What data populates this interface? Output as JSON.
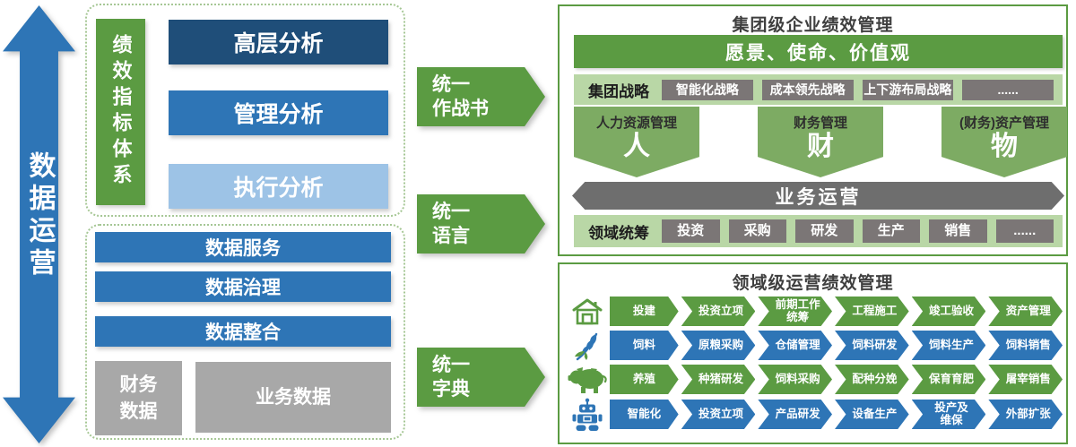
{
  "colors": {
    "blue": "#2e75b6",
    "dark_blue": "#1f4e79",
    "light_blue": "#9dc3e6",
    "green": "#5b9b42",
    "banner_green": "#7dab63",
    "light_green_strip": "#b9d7a6",
    "chip_gray": "#7b7676",
    "operation_arrow_gray": "#6e6e6e",
    "data_block_gray": "#a8a8a8"
  },
  "left_arrow": {
    "label": "数据运营"
  },
  "kpi_panel": {
    "side_label": "绩效指标体系",
    "bars": [
      {
        "label": "高层分析"
      },
      {
        "label": "管理分析"
      },
      {
        "label": "执行分析"
      }
    ]
  },
  "data_panel": {
    "bars": [
      {
        "label": "数据服务"
      },
      {
        "label": "数据治理"
      },
      {
        "label": "数据整合"
      }
    ],
    "blocks": [
      {
        "label": "财务\n数据"
      },
      {
        "label": "业务数据"
      }
    ]
  },
  "flow_arrows": [
    {
      "label": "统一\n作战书"
    },
    {
      "label": "统一\n语言"
    },
    {
      "label": "统一\n字典"
    }
  ],
  "group_box": {
    "title": "集团级企业绩效管理",
    "vision_bar": "愿景、使命、价值观",
    "strategy_row": {
      "label": "集团战略",
      "chips": [
        "智能化战略",
        "成本领先战略",
        "上下游布局战略",
        "......"
      ]
    },
    "banners": [
      {
        "title": "人力资源管理",
        "big": "人"
      },
      {
        "title": "财务管理",
        "big": "财"
      },
      {
        "title": "(财务)资产管理",
        "big": "物"
      }
    ],
    "operation_arrow": "业务运营",
    "domain_row": {
      "label": "领域统筹",
      "chips": [
        "投资",
        "采购",
        "研发",
        "生产",
        "销售",
        "......"
      ]
    }
  },
  "domain_box": {
    "title": "领域级运营绩效管理",
    "rows": [
      {
        "icon": "house-icon",
        "steps": [
          "投建",
          "投资立项",
          "前期工作\n统筹",
          "工程施工",
          "竣工验收",
          "资产管理"
        ]
      },
      {
        "icon": "wheat-icon",
        "steps": [
          "饲料",
          "原粮采购",
          "仓储管理",
          "饲料研发",
          "饲料生产",
          "饲料销售"
        ]
      },
      {
        "icon": "pig-icon",
        "steps": [
          "养殖",
          "种猪研发",
          "饲料采购",
          "配种分娩",
          "保育育肥",
          "屠宰销售"
        ]
      },
      {
        "icon": "robot-icon",
        "steps": [
          "智能化",
          "投资立项",
          "产品研发",
          "设备生产",
          "投产及\n维保",
          "外部扩张"
        ]
      }
    ]
  }
}
